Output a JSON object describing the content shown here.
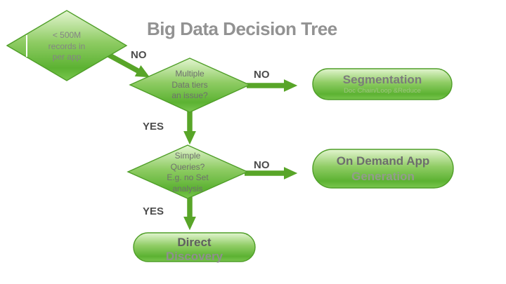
{
  "slide": {
    "title": "Big Data Decision Tree"
  },
  "nodes": {
    "start": {
      "lines": [
        "< 500M",
        "records in",
        "per app"
      ]
    },
    "multiple_tiers": {
      "lines": [
        "Multiple",
        "Data tiers",
        "an issue?"
      ]
    },
    "simple_queries": {
      "lines": [
        "Simple",
        "Queries?",
        "E.g. no Set",
        "analysis"
      ]
    },
    "segmentation": {
      "title": "Segmentation",
      "subtitle": "Doc Chain/Loop &Reduce"
    },
    "on_demand": {
      "lines": [
        "On Demand App",
        "Generation"
      ]
    },
    "direct_discovery": {
      "lines": [
        "Direct",
        "Discovery"
      ]
    }
  },
  "edge_labels": {
    "no_start_to_tiers": "NO",
    "no_tiers_to_segmentation": "NO",
    "yes_tiers_to_queries": "YES",
    "no_queries_to_ondemand": "NO",
    "yes_queries_to_direct": "YES"
  },
  "colors": {
    "title_gray": "#929292",
    "node_text_gray": "#6f6f6f",
    "edge_label_gray": "#4c4c4c",
    "arrow_green": "#58a528",
    "shape_border_green": "#4f9e28",
    "shape_fill_light": "#e3f5d0",
    "shape_fill_mid": "#8fcc64",
    "shape_fill_dark": "#5cb232",
    "subtitle_green": "#9dc57f",
    "background": "#ffffff"
  }
}
